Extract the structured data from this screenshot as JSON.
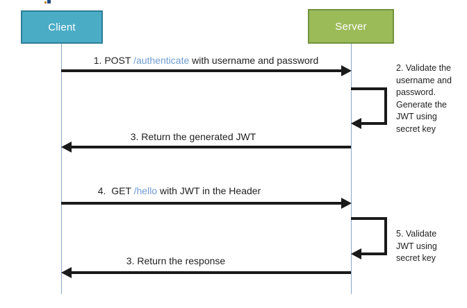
{
  "diagram": {
    "type": "sequence",
    "actors": {
      "client": {
        "label": "Client",
        "fill": "#4bacc6",
        "border": "#2e7e96"
      },
      "server": {
        "label": "Server",
        "fill": "#9bbb59",
        "border": "#71923d"
      }
    },
    "messages": {
      "m1": {
        "prefix": "1. POST ",
        "endpoint": "/authenticate",
        "suffix": " with username and password",
        "from": "client",
        "to": "server"
      },
      "m2_note": {
        "text": "2. Validate the\nusername and\npassword.\nGenerate the\nJWT using\nsecret key",
        "actor": "server"
      },
      "m3": {
        "label": "3. Return the generated JWT",
        "from": "server",
        "to": "client"
      },
      "m4": {
        "prefix": "4.  GET ",
        "endpoint": "/hello",
        "suffix": " with JWT in the Header",
        "from": "client",
        "to": "server"
      },
      "m5_note": {
        "text": "5. Validate\nJWT using\nsecret key",
        "actor": "server"
      },
      "m6": {
        "label": "3. Return the response",
        "from": "server",
        "to": "client"
      }
    },
    "colors": {
      "endpoint_link": "#6f9cd4",
      "arrow": "#1a1a1a",
      "lifeline": "#8ba6c4",
      "text": "#1f1f1f"
    }
  }
}
